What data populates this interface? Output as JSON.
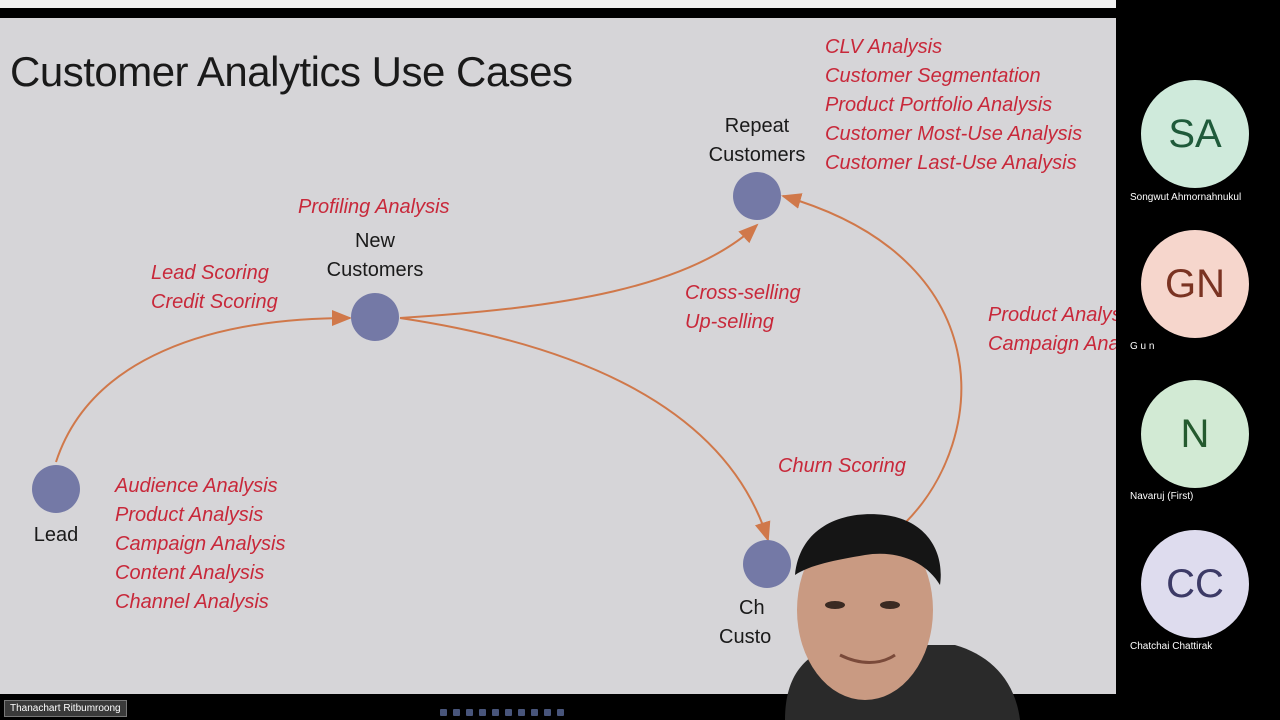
{
  "slide": {
    "title": "Customer Analytics Use Cases",
    "nodes": {
      "lead": "Lead",
      "new_customers": [
        "New",
        "Customers"
      ],
      "repeat_customers": [
        "Repeat",
        "Customers"
      ],
      "churn_partial": [
        "Ch",
        "Custo"
      ]
    },
    "labels": {
      "profiling": "Profiling Analysis",
      "lead_scoring": "Lead Scoring",
      "credit_scoring": "Credit Scoring",
      "cross_selling": "Cross-selling",
      "up_selling": "Up-selling",
      "churn_scoring": "Churn Scoring",
      "repeat_list": [
        "CLV Analysis",
        "Customer Segmentation",
        "Product Portfolio Analysis",
        "Customer Most-Use Analysis",
        "Customer Last-Use Analysis"
      ],
      "lead_list": [
        "Audience Analysis",
        "Product Analysis",
        "Campaign Analysis",
        "Content Analysis",
        "Channel Analysis"
      ],
      "return_list": [
        "Product Analys",
        "Campaign Ana"
      ]
    },
    "colors": {
      "node": "#7479a6",
      "arrow": "#d0784a",
      "label": "#c8283a"
    }
  },
  "presenter": {
    "name": "Thanachart Ritbumroong"
  },
  "participants": [
    {
      "initials": "SA",
      "name": "Songwut Ahmornahnukul",
      "bg": "#cfeadb",
      "fg": "#1f5a3a"
    },
    {
      "initials": "GN",
      "name": "G u n",
      "bg": "#f6d6cc",
      "fg": "#7a3322"
    },
    {
      "initials": "N",
      "name": "Navaruj (First)",
      "bg": "#d2ead4",
      "fg": "#245a2e"
    },
    {
      "initials": "CC",
      "name": "Chatchai Chattirak",
      "bg": "#dedcee",
      "fg": "#3c3a66"
    }
  ]
}
